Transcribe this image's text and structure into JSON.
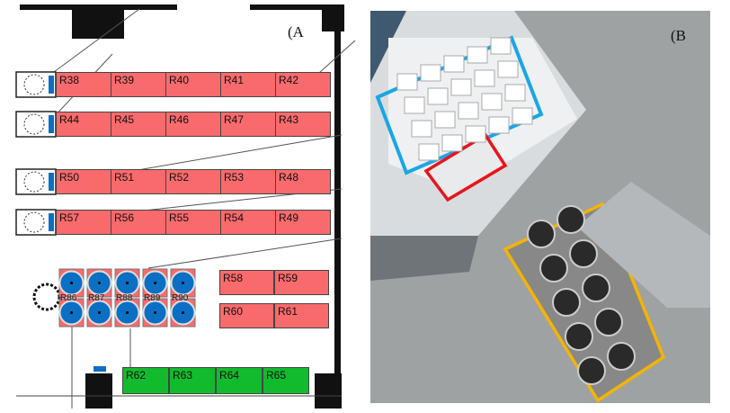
{
  "panel_a": {
    "label": "(A",
    "rows": [
      [
        "R38",
        "R39",
        "R40",
        "R41",
        "R42"
      ],
      [
        "R44",
        "R45",
        "R46",
        "R47",
        "R43"
      ],
      [
        "R50",
        "R51",
        "R52",
        "R53",
        "R48"
      ],
      [
        "R57",
        "R56",
        "R55",
        "R54",
        "R49"
      ]
    ],
    "tank_labels": [
      "R86",
      "R87",
      "R88",
      "R89",
      "R90"
    ],
    "small_rows": [
      [
        "R58",
        "R59"
      ],
      [
        "R60",
        "R61"
      ]
    ],
    "green_row": [
      "R62",
      "R63",
      "R64",
      "R65"
    ],
    "colors": {
      "rack": "#f96a6c",
      "green": "#12bb2e",
      "tank": "#0b6fc4"
    }
  },
  "panel_b": {
    "label": "(B",
    "highlight_colors": {
      "blue": "#1aa6e6",
      "red": "#e8141c",
      "orange": "#f5b400"
    }
  }
}
